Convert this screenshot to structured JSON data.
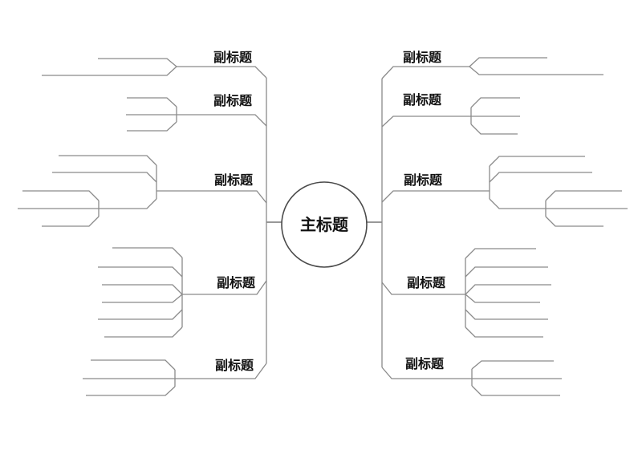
{
  "diagram": {
    "type": "mindmap-template",
    "center": {
      "label": "主标题",
      "shape": "circle"
    },
    "left_branches": [
      {
        "label": "副标题",
        "leaf_lines": 2
      },
      {
        "label": "副标题",
        "leaf_lines": 3
      },
      {
        "label": "副标题",
        "leaf_lines": 3,
        "nested_group_leaf_lines": 3
      },
      {
        "label": "副标题",
        "leaf_lines": 6
      },
      {
        "label": "副标题",
        "leaf_lines": 3
      }
    ],
    "right_branches": [
      {
        "label": "副标题",
        "leaf_lines": 2
      },
      {
        "label": "副标题",
        "leaf_lines": 3
      },
      {
        "label": "副标题",
        "leaf_lines": 3,
        "nested_group_leaf_lines": 3
      },
      {
        "label": "副标题",
        "leaf_lines": 6
      },
      {
        "label": "副标题",
        "leaf_lines": 3
      }
    ],
    "colors": {
      "background": "#ffffff",
      "line": "#8a8a8a",
      "node_border": "#4a4a4a",
      "text": "#111111"
    }
  }
}
